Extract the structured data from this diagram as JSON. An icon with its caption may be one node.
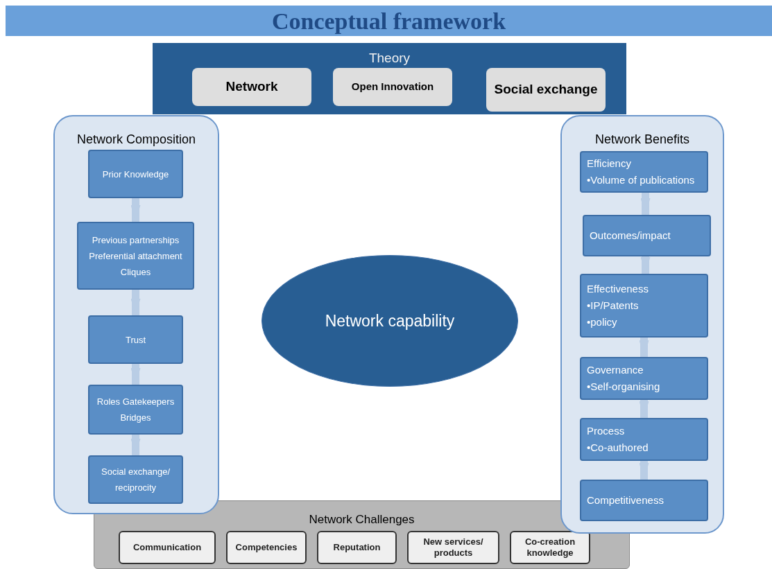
{
  "diagram": {
    "title": "Conceptual framework",
    "nodes": [
      {
        "text": [
          "Theory"
        ]
      },
      {
        "text": [
          "Network"
        ],
        "in": 0
      },
      {
        "text": [
          "Open Innovation"
        ],
        "in": 0
      },
      {
        "text": [
          "Social exchange"
        ],
        "in": 0
      },
      {
        "text": [
          "Network Composition"
        ]
      },
      {
        "text": [
          "Prior Knowledge"
        ],
        "in": 4
      },
      {
        "text": [
          "Previous partnerships Preferential attachment Cliques"
        ],
        "in": 4
      },
      {
        "text": [
          "Trust"
        ],
        "in": 4
      },
      {
        "text": [
          "Roles Gatekeepers Bridges"
        ],
        "in": 4
      },
      {
        "text": [
          "Social exchange/ reciprocity"
        ],
        "in": 4
      },
      {
        "text": [
          "Network capability"
        ]
      },
      {
        "text": [
          "Network Benefits"
        ]
      },
      {
        "text": [
          "Efficiency",
          "•Volume of publications"
        ],
        "in": 11
      },
      {
        "text": [
          "Outcomes/impact"
        ],
        "in": 11
      },
      {
        "text": [
          "Effectiveness",
          "•IP/Patents",
          "•policy"
        ],
        "in": 11
      },
      {
        "text": [
          "Governance",
          "•Self-organising"
        ],
        "in": 11
      },
      {
        "text": [
          "Process",
          "•Co-authored"
        ],
        "in": 11
      },
      {
        "text": [
          "Competitiveness"
        ],
        "in": 11
      },
      {
        "text": [
          "Network Challenges"
        ]
      },
      {
        "text": [
          "Communication"
        ],
        "in": 18
      },
      {
        "text": [
          "Competencies"
        ],
        "in": 18
      },
      {
        "text": [
          "Reputation"
        ],
        "in": 18
      },
      {
        "text": [
          "New services/ products"
        ],
        "in": 18
      },
      {
        "text": [
          "Co-creation knowledge"
        ],
        "in": 18
      }
    ],
    "edges": [
      {
        "from": 5,
        "to": 6,
        "arrow": "to"
      },
      {
        "from": 6,
        "to": 7,
        "arrow": "to"
      },
      {
        "from": 7,
        "to": 8,
        "arrow": "to"
      },
      {
        "from": 8,
        "to": 9,
        "arrow": "to"
      },
      {
        "from": 12,
        "to": 13,
        "arrow": "to"
      },
      {
        "from": 13,
        "to": 14,
        "arrow": "to"
      },
      {
        "from": 14,
        "to": 15,
        "arrow": "to"
      },
      {
        "from": 15,
        "to": 16,
        "arrow": "to"
      },
      {
        "from": 16,
        "to": 17,
        "arrow": "to"
      }
    ]
  }
}
